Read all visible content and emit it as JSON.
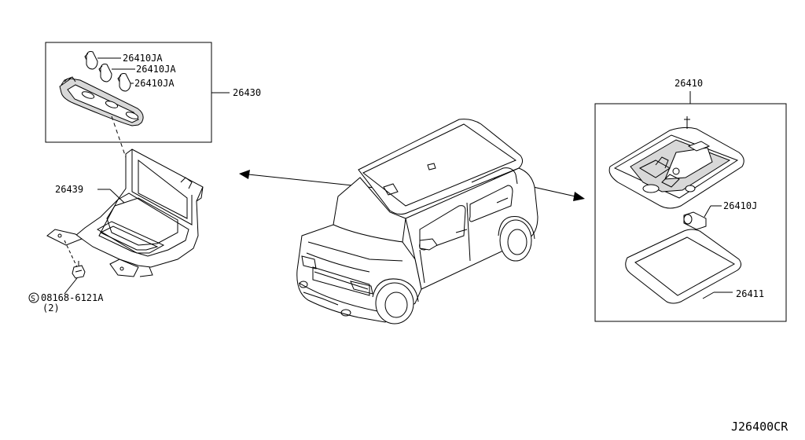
{
  "diagram_code": "J26400CR",
  "left_group": {
    "bulb_1": "26410JA",
    "bulb_2": "26410JA",
    "bulb_3": "26410JA",
    "assembly": "26430",
    "bracket": "26439",
    "screw_code": "08168-6121A",
    "screw_qty": "(2)",
    "screw_symbol": "S"
  },
  "right_group": {
    "lamp_assembly": "26410",
    "bulb": "26410J",
    "lens": "26411"
  }
}
